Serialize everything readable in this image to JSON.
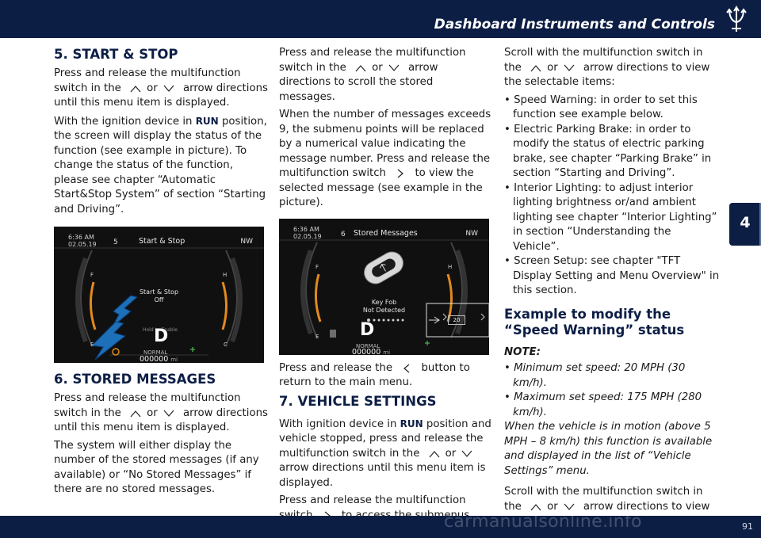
{
  "header": {
    "title": "Dashboard Instruments and Controls"
  },
  "side_tab": {
    "chapter": "4"
  },
  "footer": {
    "page": "91",
    "watermark": "carmanualsonline.info"
  },
  "colors": {
    "navy": "#0d1e45",
    "amber": "#e28a1e",
    "arrow_blue": "#1d6fb8"
  },
  "icons": [
    "trident-logo-icon",
    "up-arrow-icon",
    "down-arrow-icon",
    "right-arrow-icon",
    "left-arrow-icon"
  ],
  "col1": {
    "h_start_stop": "5. START & STOP",
    "p1_a": "Press and release the multifunction switch in the",
    "p1_or": "or",
    "p1_b": "arrow directions until this menu item is displayed.",
    "p2_a": "With the ignition device in",
    "p2_run": "RUN",
    "p2_b": "position, the screen will display the status of the function (see example in picture). To change the status of the function, please see chapter “Automatic Start&Stop System” of section “Starting and Driving”.",
    "screen": {
      "time": "6:36 AM",
      "date": "02.05.19",
      "menu_num": "5",
      "menu_title": "Start & Stop",
      "heading": "NW",
      "status_title": "Start & Stop",
      "status_value": "Off",
      "hint": "Hold  to Enable",
      "gear": "D",
      "mode": "NORMAL",
      "odometer": "000000",
      "unit": "mi",
      "gauge_f": "F",
      "gauge_e": "E",
      "gauge_h": "H",
      "gauge_c": "C"
    },
    "h_stored": "6. STORED MESSAGES",
    "p3_a": "Press and release the multifunction switch in the",
    "p3_or": "or",
    "p3_b": "arrow directions until this menu item is displayed.",
    "p4": "The system will either display the number of the stored messages (if any available) or “No Stored Messages” if there are no stored messages."
  },
  "col2": {
    "p1_a": "Press and release the multifunction switch in the",
    "p1_or": "or",
    "p1_b": "arrow directions to scroll the stored messages.",
    "p2_a": "When the number of messages exceeds 9, the submenu points will be replaced by a numerical value indicating the message number. Press and release the multifunction switch",
    "p2_b": "to view the selected message (see example in the picture).",
    "screen": {
      "time": "6:36 AM",
      "date": "02.05.19",
      "menu_num": "6",
      "menu_title": "Stored Messages",
      "heading": "NW",
      "msg1": "Key Fob",
      "msg2": "Not Detected",
      "counter": "20",
      "gear": "D",
      "mode": "NORMAL",
      "odometer": "000000",
      "unit": "mi",
      "gauge_f": "F",
      "gauge_e": "E",
      "gauge_h": "H"
    },
    "p3_a": "Press and release the",
    "p3_b": "button to return to the main menu.",
    "h_vehicle": "7. VEHICLE SETTINGS",
    "p4_a": "With ignition device in",
    "p4_run": "RUN",
    "p4_b": "position and vehicle stopped, press and release the multifunction switch in the",
    "p4_or": "or",
    "p4_c": "arrow directions until this menu item is displayed.",
    "p5_a": "Press and release the multifunction switch",
    "p5_b": "to access the submenus."
  },
  "col3": {
    "p1_a": "Scroll with the multifunction switch in the",
    "p1_or": "or",
    "p1_b": "arrow directions to view the selectable items:",
    "bullets": [
      "• Speed Warning: in order to set this function see example below.",
      "• Electric Parking Brake: in order to modify the status of electric parking brake, see chapter “Parking Brake” in section “Starting and Driving”.",
      "• Interior Lighting: to adjust interior lighting brightness or/and ambient lighting see chapter “Interior Lighting” in section “Understanding the Vehicle”.",
      "• Screen Setup: see chapter \"TFT Display Setting and Menu Overview\" in this section."
    ],
    "h_example": "Example to modify the “Speed Warning” status",
    "note_label": "NOTE:",
    "notes": [
      "• Minimum set speed: 20 MPH (30 km/h).",
      "• Maximum set speed: 175 MPH (280 km/h)."
    ],
    "note_body": "When the vehicle is in motion (above 5 MPH – 8 km/h) this function is available and displayed in the list of “Vehicle Settings” menu.",
    "p2_a": "Scroll with the multifunction switch in the",
    "p2_or": "or",
    "p2_b": "arrow directions to view the selectable items."
  }
}
